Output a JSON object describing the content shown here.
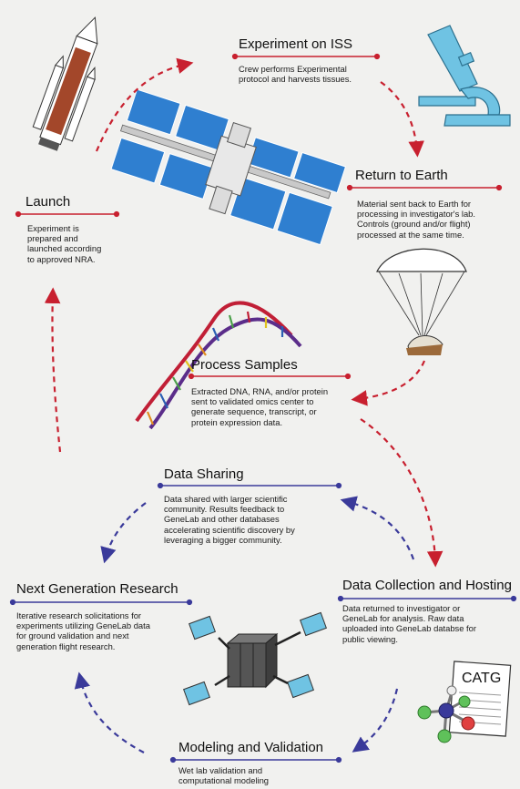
{
  "stages": {
    "experiment": {
      "title": "Experiment on ISS",
      "lines": [
        "Crew performs Experimental",
        "protocol and harvests tissues."
      ]
    },
    "return": {
      "title": "Return to Earth",
      "lines": [
        "Material sent back to Earth for",
        "processing in investigator's lab.",
        "Controls (ground and/or flight)",
        "processed at the same time."
      ]
    },
    "launch": {
      "title": "Launch",
      "lines": [
        "Experiment is",
        "prepared and",
        "launched according",
        "to approved NRA."
      ]
    },
    "process": {
      "title": "Process Samples",
      "lines": [
        "Extracted DNA, RNA, and/or protein",
        "sent to validated omics center to",
        "generate sequence, transcript, or",
        "protein expression data."
      ]
    },
    "sharing": {
      "title": "Data Sharing",
      "lines": [
        "Data shared with larger scientific",
        "community.  Results feedback to",
        "GeneLab and other databases",
        "accelerating scientific discovery by",
        "leveraging a bigger community."
      ]
    },
    "nextgen": {
      "title": "Next Generation Research",
      "lines": [
        "Iterative research solicitations for",
        "experiments utilizing GeneLab data",
        "for ground validation and next",
        "generation flight research."
      ]
    },
    "collection": {
      "title": "Data Collection and Hosting",
      "lines": [
        "Data returned to investigator or",
        "GeneLab for analysis.  Raw data",
        "uploaded into GeneLab databse for",
        "public viewing."
      ]
    },
    "modeling": {
      "title": "Modeling and Validation",
      "lines": [
        "Wet lab validation and",
        "computational modeling"
      ]
    }
  },
  "catg_label": "CATG",
  "colors": {
    "red_accent": "#c8202f",
    "blue_accent": "#3a3a9a",
    "panel_blue": "#2f7fd0",
    "microscope": "#6fc3e3"
  }
}
